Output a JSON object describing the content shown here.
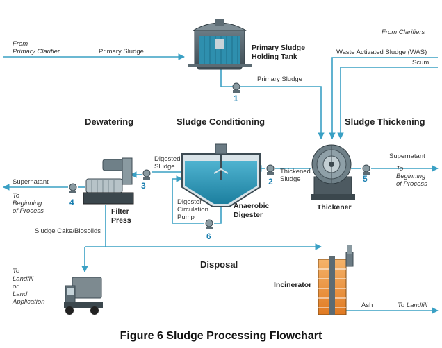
{
  "caption": "Figure 6 Sludge Processing Flowchart",
  "sections": {
    "dewatering": "Dewatering",
    "conditioning": "Sludge Conditioning",
    "thickening": "Sludge Thickening",
    "disposal": "Disposal"
  },
  "equipment": {
    "primary_tank": [
      "Primary Sludge",
      "Holding Tank"
    ],
    "thickener": "Thickener",
    "digester": [
      "Anaerobic",
      "Digester"
    ],
    "filter_press": [
      "Filter",
      "Press"
    ],
    "incinerator": "Incinerator"
  },
  "labels": {
    "from_primary_clarifier": [
      "From",
      "Primary Clarifier"
    ],
    "primary_sludge_in": "Primary Sludge",
    "primary_sludge_out": "Primary Sludge",
    "from_clarifiers": "From Clarifiers",
    "was": "Waste Activated Sludge (WAS)",
    "scum": "Scum",
    "supernatant_right": "Supernatant",
    "to_beginning_right": [
      "To",
      "Beginning",
      "of Process"
    ],
    "thickened_sludge": [
      "Thickened",
      "Sludge"
    ],
    "digested_sludge": [
      "Digested",
      "Sludge"
    ],
    "circulation_pump": [
      "Digester",
      "Circulation",
      "Pump"
    ],
    "supernatant_left": "Supernatant",
    "to_beginning_left": [
      "To",
      "Beginning",
      "of Process"
    ],
    "sludge_cake": "Sludge Cake/Biosolids",
    "to_landfill_left": [
      "To",
      "Landfill",
      "or",
      "Land",
      "Application"
    ],
    "ash": "Ash",
    "to_landfill_right": "To Landfill"
  },
  "pump_numbers": [
    "1",
    "2",
    "3",
    "4",
    "5",
    "6"
  ],
  "colors": {
    "pipe": "#3aa0c4",
    "water": "#2f98b8",
    "pump_number": "#1a7fb0",
    "incinerator": "#e8892f"
  }
}
